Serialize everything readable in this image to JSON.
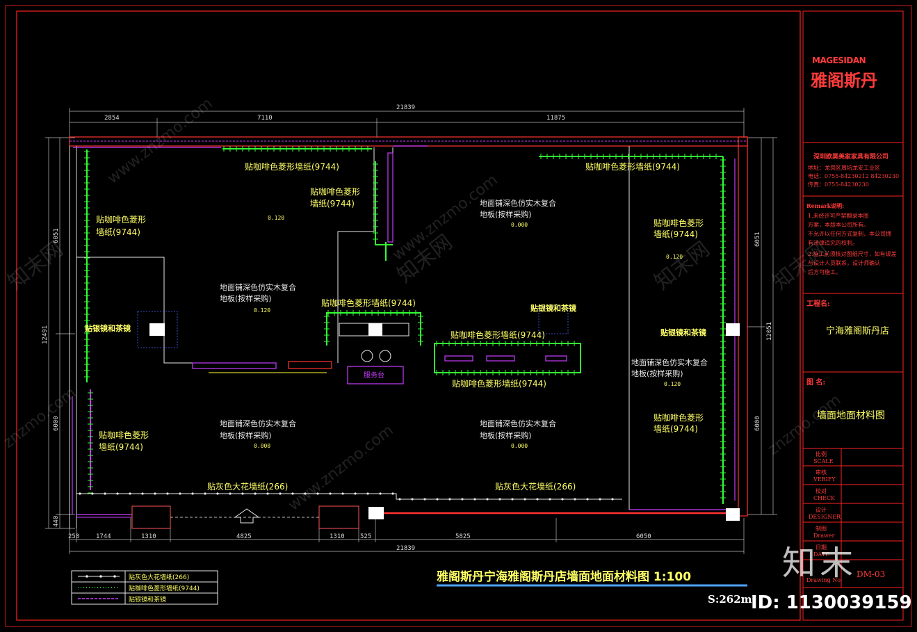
{
  "title_block": {
    "brand_en": "MAGESIDAN",
    "brand_cn": "雅阁斯丹",
    "company": [
      "深圳欧昊美家家具有限公司",
      "地址：龙岗区周坑龙安工业区",
      "电话：0755-84230212  84230230",
      "传真：0755-84230230"
    ],
    "notes_title": "Remark说明:",
    "notes": [
      "1.未经许可严禁翻录本图",
      "  方案，本版本公司所有。",
      "  不允许以任何方式复制，本公司拥",
      "  有法律追究的权利。",
      "2.施工前须核对图纸尺寸，如有误差",
      "  与设计人员联系，设计师确认",
      "  后方可施工。"
    ],
    "project_label": "工程名:",
    "project_name": "宁海雅阁斯丹店",
    "drawing_label": "图 名:",
    "drawing_name": "墙面地面材料图",
    "rows": [
      {
        "cn": "比例",
        "en": "SCALE"
      },
      {
        "cn": "审核",
        "en": "VERIFY"
      },
      {
        "cn": "校对",
        "en": "CHECK"
      },
      {
        "cn": "设计",
        "en": "DESIGNER"
      },
      {
        "cn": "制图",
        "en": "Drawer"
      },
      {
        "cn": "日期",
        "en": "DATE"
      }
    ],
    "drawing_no_label": "Drawing No.",
    "drawing_no": "DM-03"
  },
  "dimensions": {
    "top_total": "21839",
    "top_segments": [
      "2854",
      "7110",
      "11875"
    ],
    "bottom_total": "21839",
    "bottom_segments": [
      "250",
      "1744",
      "1310",
      "4825",
      "1310",
      "525",
      "5825",
      "6050"
    ],
    "left": [
      "6051",
      "12491",
      "6000",
      "440"
    ],
    "right": [
      "6051",
      "12051",
      "6000"
    ]
  },
  "labels": {
    "coffee": "贴咖啡色菱形墙纸(9744)",
    "coffee_a": "贴咖啡色菱形",
    "coffee_b": "墙纸(9744)",
    "coffee_c": "贴咖啡色菱形",
    "coffee_d": "墙纸(9744)",
    "floor_a": "地面铺深色仿实木复合",
    "floor_b": "地板(按样采购)",
    "mirror": "贴银镜和茶镜",
    "gray": "贴灰色大花墙纸(266)",
    "counter": "服务台"
  },
  "levels": [
    "0.120",
    "0.000"
  ],
  "main_title": "雅阁斯丹宁海雅阁斯丹店墙面地面材料图  1:100",
  "area": "S:262m²",
  "legend": [
    {
      "label": "贴灰色大花墙纸(266)",
      "color": "#e8e8e8"
    },
    {
      "label": "贴咖啡色菱形墙纸(9744)",
      "color": "#33ff33"
    },
    {
      "label": "贴银镜和茶镜",
      "color": "#c83cff"
    }
  ],
  "watermark": {
    "logo": "知末",
    "id": "ID: 1130039159",
    "url": "www.znzmo.com",
    "site": "知末网",
    "domain": "znzmo.com"
  },
  "colors": {
    "frame": "#ff2222",
    "wall": "#c83cff",
    "wallpaper": "#33ff33",
    "label": "#ffff66"
  }
}
